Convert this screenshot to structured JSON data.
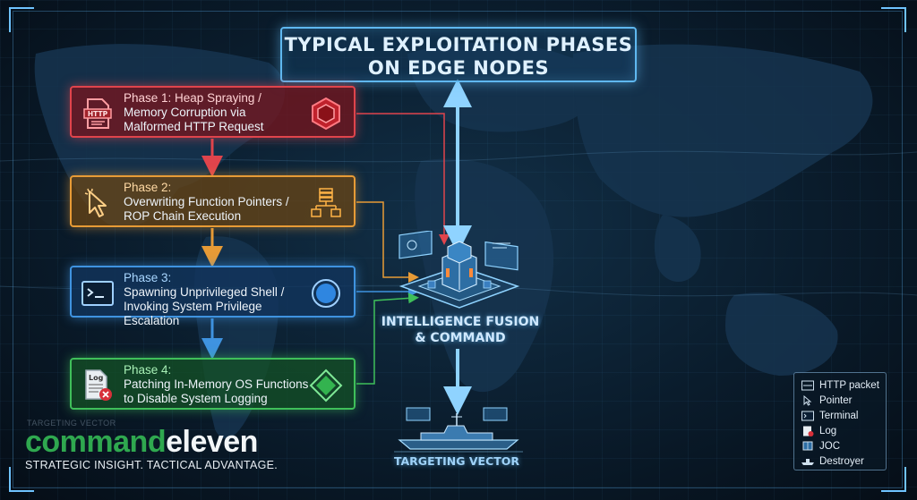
{
  "title": {
    "line1": "TYPICAL EXPLOITATION PHASES",
    "line2": "ON EDGE NODES"
  },
  "phases": [
    {
      "title": "Phase 1: Heap Spraying /",
      "line2": "Memory Corruption via",
      "line3": "Malformed HTTP Request",
      "icon": "http-packet-icon",
      "badge": "red-hexagon-icon",
      "color": "#e0444c"
    },
    {
      "title": "Phase 2:",
      "line2": "Overwriting Function Pointers /",
      "line3": "ROP Chain Execution",
      "icon": "pointer-icon",
      "badge": "stack-hierarchy-icon",
      "color": "#e79b36"
    },
    {
      "title": "Phase 3:",
      "line2": "Spawning Unprivileged Shell /",
      "line3": "Invoking System Privilege Escalation",
      "icon": "terminal-icon",
      "badge": "blue-circle-icon",
      "color": "#3f93e0"
    },
    {
      "title": "Phase 4:",
      "line2": "Patching In-Memory OS Functions",
      "line3": "to Disable System Logging",
      "icon": "log-icon",
      "badge": "green-diamond-icon",
      "color": "#3fbf5a"
    }
  ],
  "hub": {
    "line1": "INTELLIGENCE FUSION",
    "line2": "& COMMAND",
    "icon": "command-center-icon"
  },
  "target": {
    "label": "TARGETING VECTOR",
    "icon": "destroyer-ship-icon"
  },
  "legend": [
    {
      "label": "HTTP packet",
      "icon": "http-packet-icon"
    },
    {
      "label": "Pointer",
      "icon": "pointer-icon"
    },
    {
      "label": "Terminal",
      "icon": "terminal-icon"
    },
    {
      "label": "Log",
      "icon": "log-icon"
    },
    {
      "label": "JOC",
      "icon": "joc-icon"
    },
    {
      "label": "Destroyer",
      "icon": "destroyer-icon"
    }
  ],
  "brand": {
    "name_part1": "command",
    "name_part2": "eleven",
    "tagline": "STRATEGIC INSIGHT. TACTICAL ADVANTAGE.",
    "watermark": "TARGETING VECTOR",
    "color_primary": "#2fa84f"
  },
  "colors": {
    "accent": "#5fb8f0",
    "background": "#07131f"
  }
}
